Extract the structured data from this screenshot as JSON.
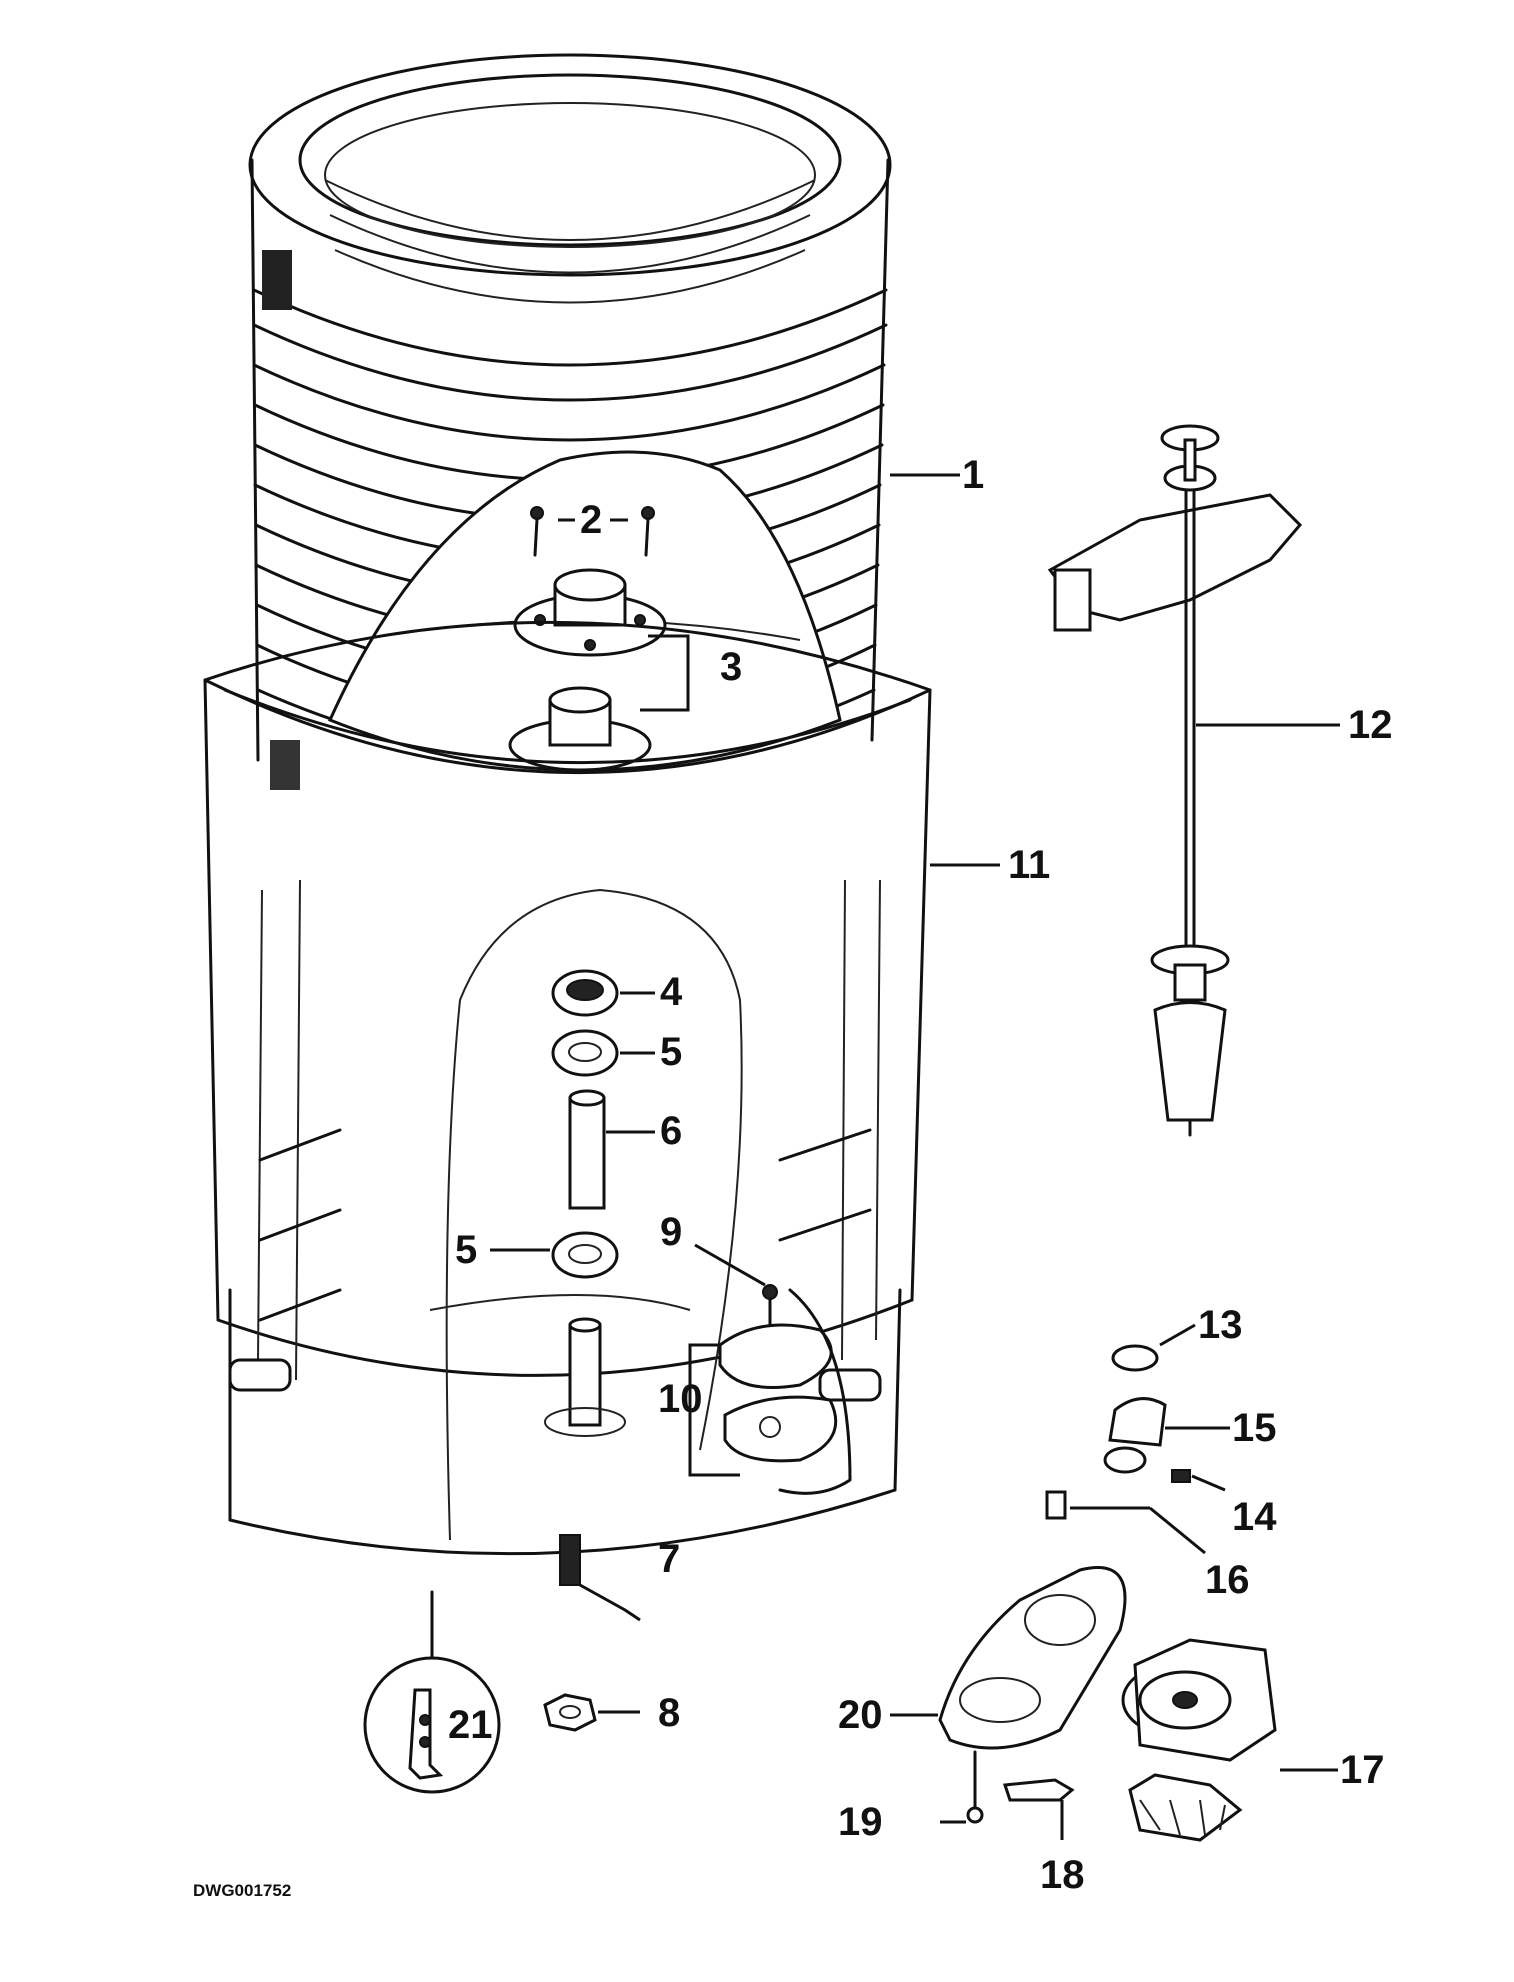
{
  "drawing_number": "DWG001752",
  "callouts": {
    "c1": "1",
    "c2": "2",
    "c3": "3",
    "c4": "4",
    "c5a": "5",
    "c5b": "5",
    "c6": "6",
    "c7": "7",
    "c8": "8",
    "c9": "9",
    "c10": "10",
    "c11": "11",
    "c12": "12",
    "c13": "13",
    "c14": "14",
    "c15": "15",
    "c16": "16",
    "c17": "17",
    "c18": "18",
    "c19": "19",
    "c20": "20",
    "c21": "21"
  }
}
